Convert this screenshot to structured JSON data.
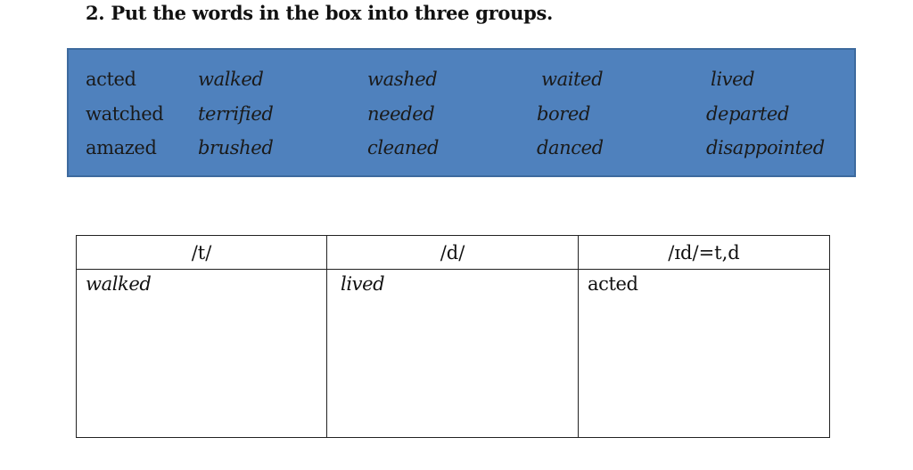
{
  "title": "2. Put the words in the box into three groups.",
  "word_box": {
    "background": "#4f81bd",
    "columns": [
      [
        "acted",
        "watched",
        "amazed"
      ],
      [
        "walked",
        "terrified",
        "brushed"
      ],
      [
        "washed",
        "needed",
        "cleaned"
      ],
      [
        "waited",
        "bored",
        "danced"
      ],
      [
        "lived",
        "departed",
        "disappointed"
      ]
    ]
  },
  "table": {
    "headers": [
      "/t/",
      "/d/",
      "/ɪd/=t,d"
    ],
    "answers": [
      "walked",
      "lived",
      "acted"
    ]
  }
}
